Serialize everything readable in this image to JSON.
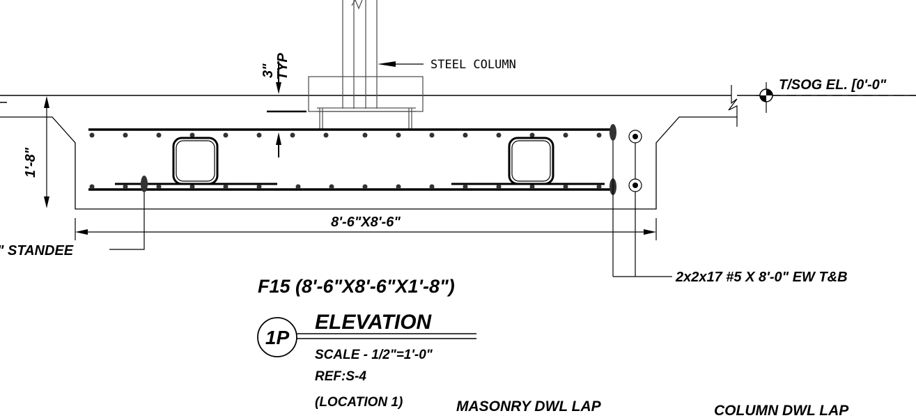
{
  "labels": {
    "steel_column": "STEEL COLUMN",
    "clear_cover": "3\"",
    "clear_cover_typ": "TYP",
    "depth": "1'-8\"",
    "tsog": "T/SOG EL. [0'-0\"",
    "plan_size": "8'-6\"X8'-6\"",
    "standee": "\" STANDEE",
    "rebar": "2x2x17 #5 X 8'-0\"  EW T&B"
  },
  "title_block": {
    "footing": "F15 (8'-6\"X8'-6\"X1'-8\")",
    "bubble": "1P",
    "view": "ELEVATION",
    "scale": "SCALE - 1/2\"=1'-0\"",
    "ref": "REF:S-4",
    "location": "(LOCATION 1)"
  },
  "headers": {
    "masonry": "MASONRY DWL LAP",
    "column": "COLUMN DWL LAP"
  }
}
